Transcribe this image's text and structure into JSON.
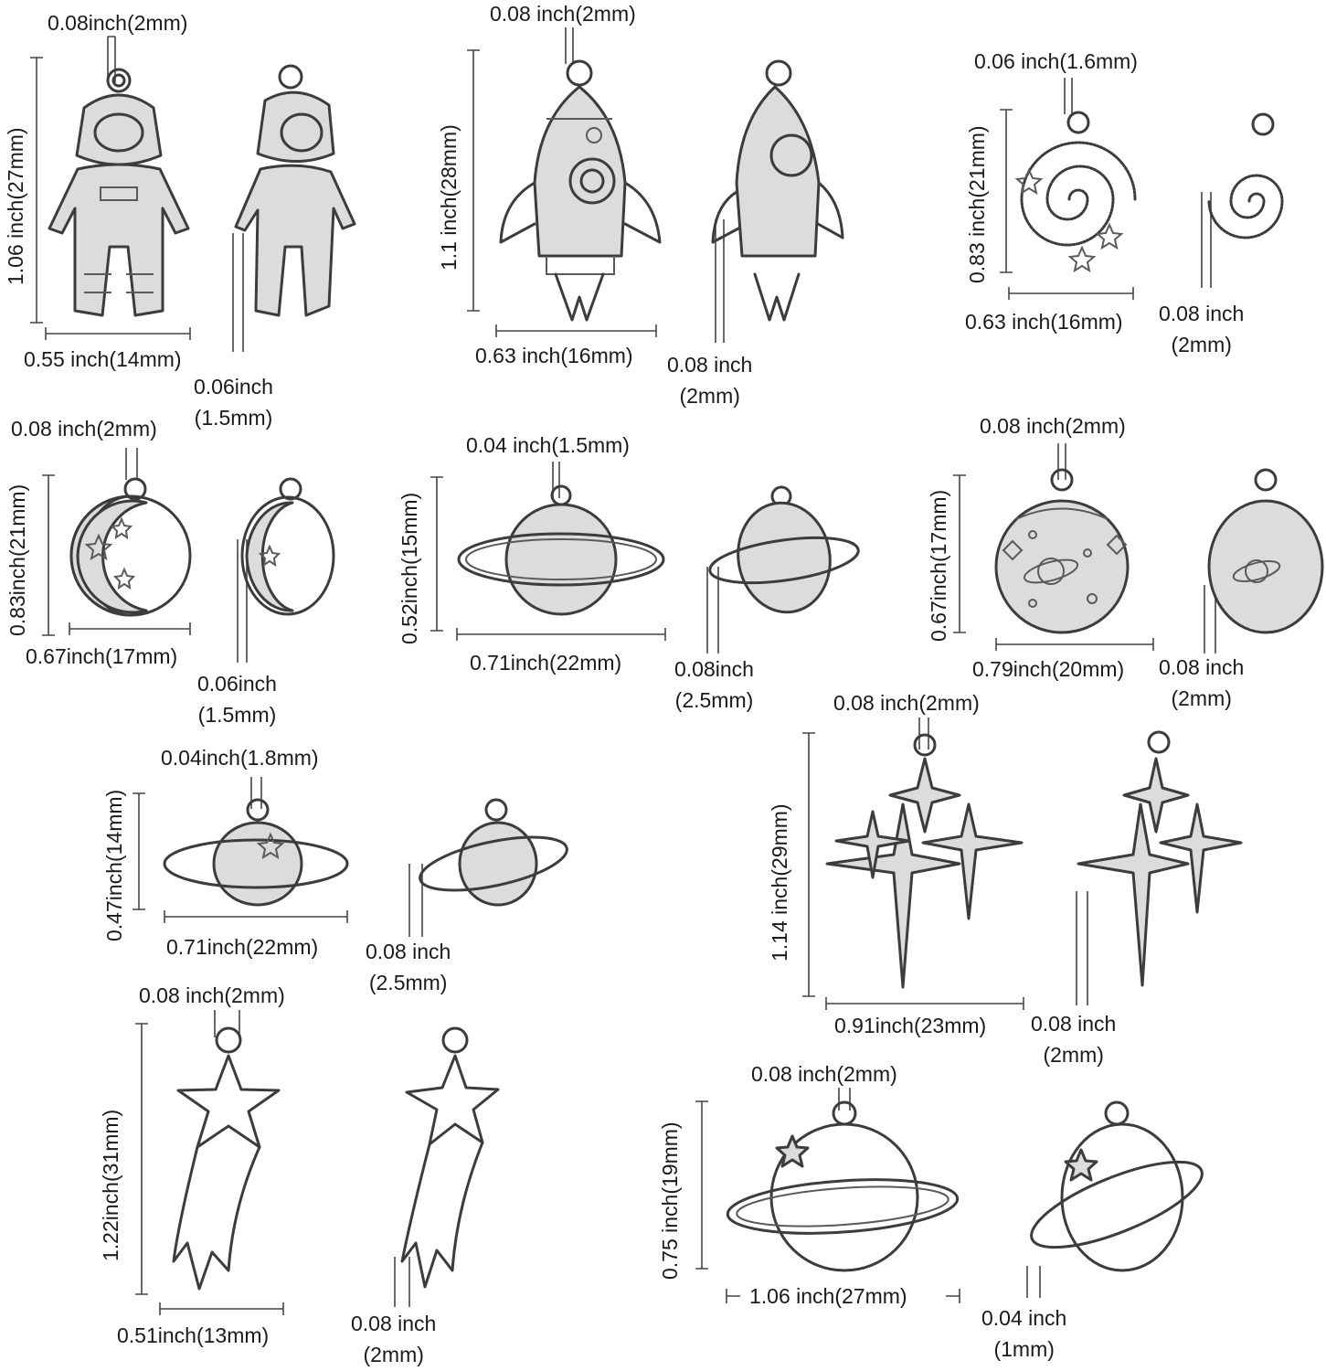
{
  "charms": [
    {
      "id": "astronaut",
      "hole": "0.08inch(2mm)",
      "height": "1.06 inch(27mm)",
      "width": "0.55 inch(14mm)",
      "thickness": "0.06inch\n(1.5mm)"
    },
    {
      "id": "rocket",
      "hole": "0.08 inch(2mm)",
      "height": "1.1 inch(28mm)",
      "width": "0.63 inch(16mm)",
      "thickness": "0.08 inch\n(2mm)"
    },
    {
      "id": "spiral-galaxy",
      "hole": "0.06 inch(1.6mm)",
      "height": "0.83 inch(21mm)",
      "width": "0.63 inch(16mm)",
      "thickness": "0.08 inch\n(2mm)"
    },
    {
      "id": "moon-stars",
      "hole": "0.08 inch(2mm)",
      "height": "0.83inch(21mm)",
      "width": "0.67inch(17mm)",
      "thickness": "0.06inch\n(1.5mm)"
    },
    {
      "id": "saturn",
      "hole": "0.04 inch(1.5mm)",
      "height": "0.52inch(15mm)",
      "width": "0.71inch(22mm)",
      "thickness": "0.08inch\n(2.5mm)"
    },
    {
      "id": "round-planet",
      "hole": "0.08 inch(2mm)",
      "height": "0.67inch(17mm)",
      "width": "0.79inch(20mm)",
      "thickness": "0.08 inch\n(2mm)"
    },
    {
      "id": "star-planet",
      "hole": "0.04inch(1.8mm)",
      "height": "0.47inch(14mm)",
      "width": "0.71inch(22mm)",
      "thickness": "0.08 inch\n(2.5mm)"
    },
    {
      "id": "sparkles",
      "hole": "0.08 inch(2mm)",
      "height": "1.14 inch(29mm)",
      "width": "0.91inch(23mm)",
      "thickness": "0.08 inch\n(2mm)"
    },
    {
      "id": "shooting-star",
      "hole": "0.08 inch(2mm)",
      "height": "1.22inch(31mm)",
      "width": "0.51inch(13mm)",
      "thickness": "0.08 inch\n(2mm)"
    },
    {
      "id": "open-planet",
      "hole": "0.08 inch(2mm)",
      "height": "0.75 inch(19mm)",
      "width": "1.06 inch(27mm)",
      "thickness": "0.04 inch\n(1mm)"
    }
  ],
  "colors": {
    "metal": "#dcdcdc",
    "outline": "#3c3c3c",
    "background": "#ffffff"
  }
}
